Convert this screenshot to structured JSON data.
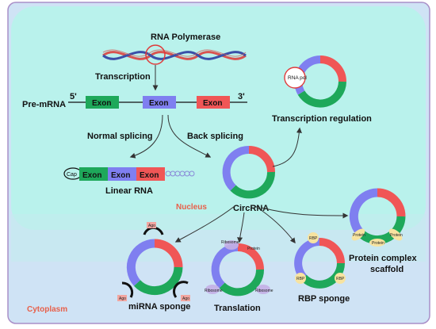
{
  "colors": {
    "background": "#b9f2ec",
    "cytoplasm_bg": "#cfe3f5",
    "border": "#a98fc8",
    "exon_green": "#1ea85a",
    "exon_blue": "#7f7ff0",
    "exon_red": "#f05656",
    "region_label": "#e8604a",
    "dna_red": "#d9534f",
    "dna_blue": "#3a4fa8"
  },
  "labels": {
    "rna_polymerase": "RNA Polymerase",
    "transcription": "Transcription",
    "pre_mrna": "Pre-mRNA",
    "five_prime": "5'",
    "three_prime": "3'",
    "exon": "Exon",
    "normal_splicing": "Normal splicing",
    "back_splicing": "Back splicing",
    "cap": "Cap",
    "linear_rna": "Linear RNA",
    "nucleus": "Nucleus",
    "circrna": "CircRNA",
    "rna_pol": "RNA pol",
    "transcription_regulation": "Transcription regulation",
    "protein_complex_scaffold": "Protein complex scaffold",
    "mirna_sponge": "miRNA sponge",
    "translation": "Translation",
    "rbp_sponge": "RBP sponge",
    "cytoplasm": "Cytoplasm",
    "ribosome": "Ribosome",
    "protein": "Protein",
    "rbp": "RBP",
    "ago": "Ago"
  },
  "icons": [
    "dna-helix-icon",
    "circrna-ring-icon",
    "ribosome-icon",
    "ago-protein-icon",
    "poly-a-tail-icon"
  ]
}
